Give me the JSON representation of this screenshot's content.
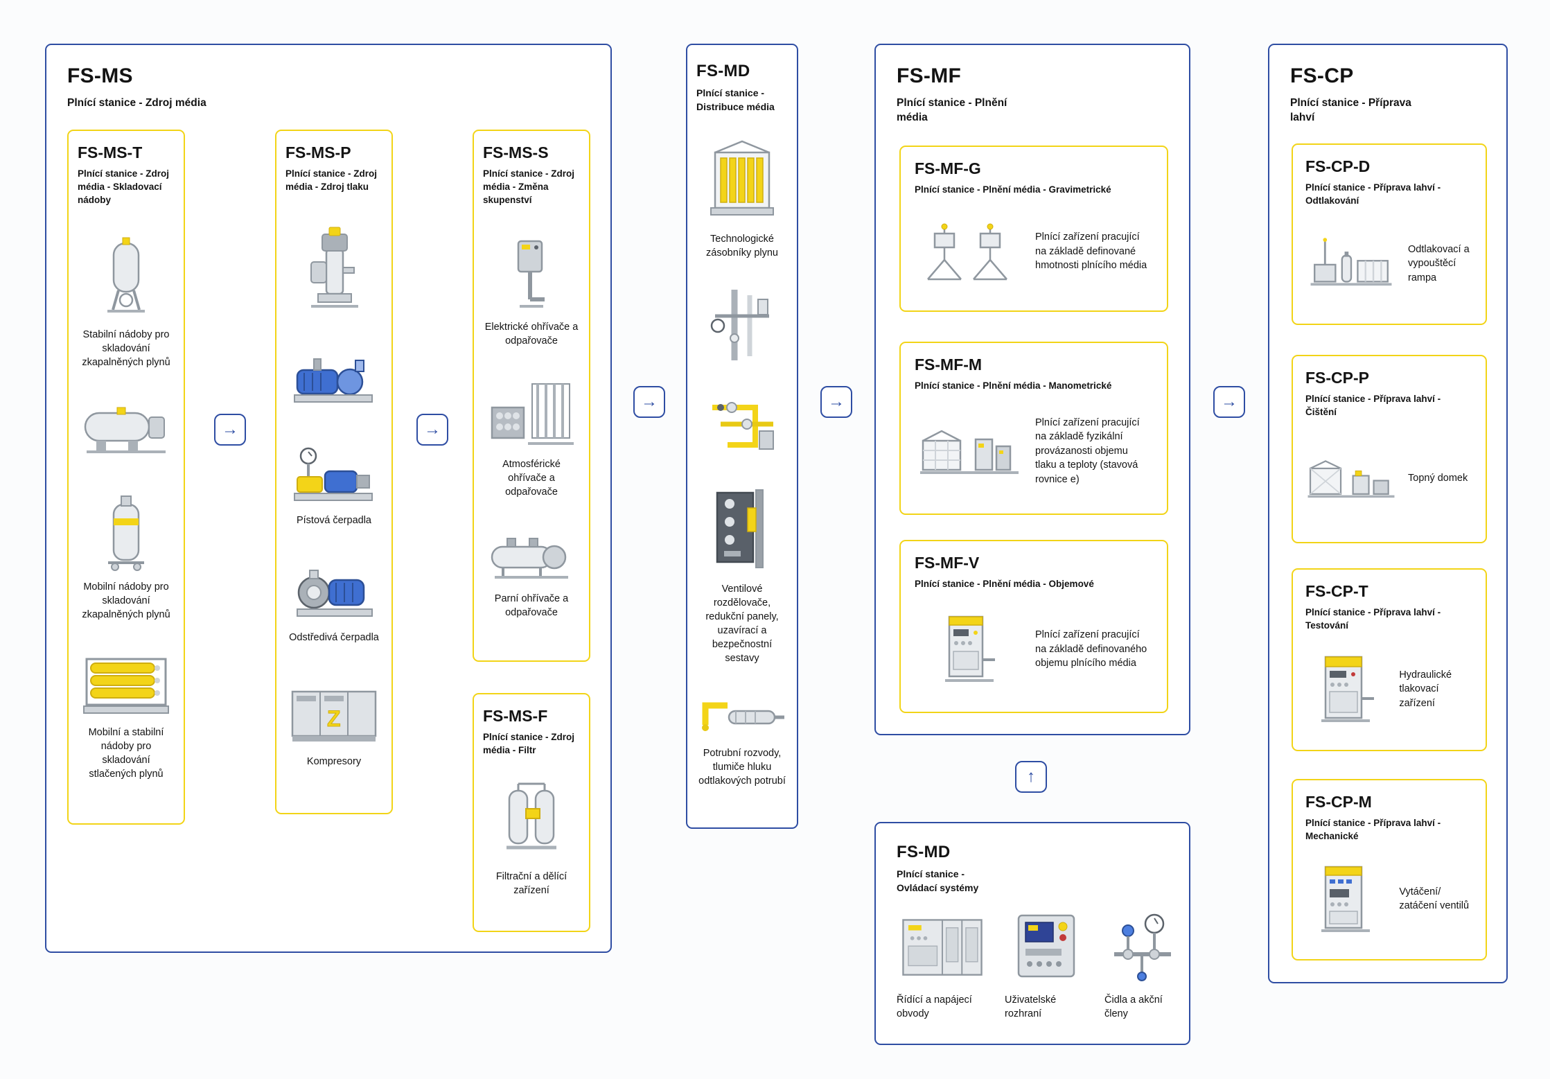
{
  "palette": {
    "blue": "#2e4da3",
    "yellow": "#f2d417",
    "text": "#131313",
    "background": "#fbfcfd"
  },
  "glyphs": {
    "arrow_right": "→",
    "arrow_up": "↑"
  },
  "fs_ms": {
    "title": "FS-MS",
    "subtitle": "Plnící stanice - Zdroj média",
    "columns": [
      {
        "title": "FS-MS-T",
        "subtitle": "Plnící stanice - Zdroj média - Skladovací nádoby",
        "items": [
          {
            "icon": "storage-tank-icon",
            "caption": "Stabilní nádoby pro skladování zkapalněných plynů"
          },
          {
            "icon": "horizontal-tank-icon",
            "caption": ""
          },
          {
            "icon": "mobile-tank-icon",
            "caption": "Mobilní nádoby pro skladování zkapalněných plynů"
          },
          {
            "icon": "cylinder-bundle-icon",
            "caption": "Mobilní a stabilní nádoby pro skladování stlačených plynů"
          }
        ]
      },
      {
        "title": "FS-MS-P",
        "subtitle": "Plnící stanice - Zdroj média - Zdroj tlaku",
        "items": [
          {
            "icon": "vertical-pump-icon",
            "caption": ""
          },
          {
            "icon": "horizontal-pump-icon",
            "caption": ""
          },
          {
            "icon": "piston-pump-icon",
            "caption": "Pístová čerpadla"
          },
          {
            "icon": "centrifugal-pump-icon",
            "caption": "Odstředivá čerpadla"
          },
          {
            "icon": "compressor-icon",
            "caption": "Kompresory"
          }
        ]
      },
      {
        "title": "FS-MS-S",
        "subtitle": "Plnící stanice - Zdroj média - Změna skupenství",
        "items": [
          {
            "icon": "electric-heater-icon",
            "caption": "Elektrické ohřívače a odpařovače"
          },
          {
            "icon": "ambient-vaporizer-icon",
            "caption": "Atmosférické ohřívače a odpařovače"
          },
          {
            "icon": "steam-heater-icon",
            "caption": "Parní ohřívače a odpařovače"
          }
        ]
      },
      {
        "title": "FS-MS-F",
        "subtitle": "Plnící stanice - Zdroj média - Filtr",
        "items": [
          {
            "icon": "filter-icon",
            "caption": "Filtrační a dělící zařízení"
          }
        ]
      }
    ]
  },
  "fs_md_distribution": {
    "title": "FS-MD",
    "subtitle": "Plnící stanice - Distribuce média",
    "items": [
      {
        "icon": "gas-buffer-icon",
        "caption": "Technologické zásobníky plynu"
      },
      {
        "icon": "piping-icon",
        "caption": ""
      },
      {
        "icon": "valve-manifold-icon",
        "caption": ""
      },
      {
        "icon": "panel-rack-icon",
        "caption": "Ventilové rozdělovače, redukční panely, uzavírací a bezpečnostní sestavy"
      },
      {
        "icon": "muffler-icon",
        "caption": "Potrubní rozvody, tlumiče hluku odtlakových potrubí"
      }
    ]
  },
  "fs_mf": {
    "title": "FS-MF",
    "subtitle": "Plnící stanice - Plnění média",
    "boxes": [
      {
        "title": "FS-MF-G",
        "subtitle": "Plnící stanice - Plnění média - Gravimetrické",
        "icon": "gravimetric-filling-icon",
        "description": "Plnící zařízení pracující na základě definované hmotnosti plnícího média"
      },
      {
        "title": "FS-MF-M",
        "subtitle": "Plnící stanice - Plnění média - Manometrické",
        "icon": "manometric-filling-icon",
        "description": "Plnící zařízení pracující na základě fyzikální provázanosti objemu tlaku a teploty (stavová rovnice e)"
      },
      {
        "title": "FS-MF-V",
        "subtitle": "Plnící stanice - Plnění média - Objemové",
        "icon": "volumetric-filling-icon",
        "description": "Plnící zařízení pracující na základě definovaného objemu plnícího média"
      }
    ]
  },
  "fs_md_control": {
    "title": "FS-MD",
    "subtitle": "Plnící stanice - Ovládací systémy",
    "items": [
      {
        "icon": "control-cabinet-icon",
        "caption": "Řídící a napájecí obvody"
      },
      {
        "icon": "hmi-panel-icon",
        "caption": "Uživatelské rozhraní"
      },
      {
        "icon": "sensors-actuators-icon",
        "caption": "Čidla a akční členy"
      }
    ]
  },
  "fs_cp": {
    "title": "FS-CP",
    "subtitle": "Plnící stanice - Příprava lahví",
    "boxes": [
      {
        "title": "FS-CP-D",
        "subtitle": "Plnící stanice - Příprava lahví - Odtlakování",
        "icon": "depressurizing-ramp-icon",
        "description": "Odtlakovací a vypouštěcí rampa"
      },
      {
        "title": "FS-CP-P",
        "subtitle": "Plnící stanice - Příprava lahví - Čištění",
        "icon": "heating-house-icon",
        "description": "Topný domek"
      },
      {
        "title": "FS-CP-T",
        "subtitle": "Plnící stanice - Příprava lahví - Testování",
        "icon": "hydraulic-test-icon",
        "description": "Hydraulické tlakovací zařízení"
      },
      {
        "title": "FS-CP-M",
        "subtitle": "Plnící stanice - Příprava lahví - Mechanické",
        "icon": "valve-machine-icon",
        "description": "Vytáčení/ zatáčení ventilů"
      }
    ]
  }
}
